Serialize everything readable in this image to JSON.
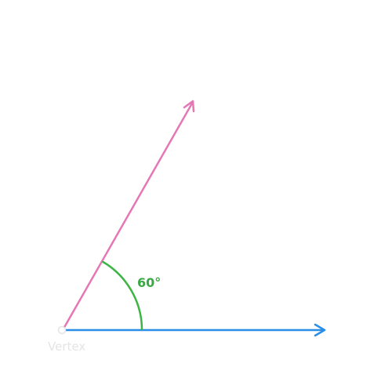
{
  "diagram": {
    "angle_degrees": 60,
    "angle_label": "60°",
    "vertex_label": "Vertex",
    "colors": {
      "ray_horizontal": "#2a8ee8",
      "ray_angled": "#e577b4",
      "arc": "#3cb544",
      "vertex_point": "#e4e4e4",
      "label": "#3aa844"
    }
  }
}
